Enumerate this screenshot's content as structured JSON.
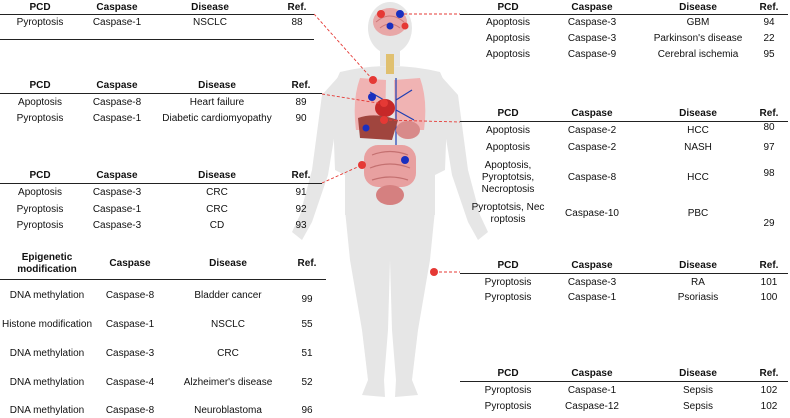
{
  "colors": {
    "skin": "#e6e6e6",
    "organ_red": "#d9534f",
    "organ_pink": "#e8a7a7",
    "lung": "#f0b3b3",
    "vessel_blue": "#1f3fb3",
    "marker_red": "#e53935",
    "marker_blue": "#1a2fbf",
    "leader": "#e53935"
  },
  "icons": [
    "human-body-figure",
    "brain-icon",
    "lung-icon",
    "heart-icon",
    "liver-icon",
    "intestine-icon",
    "skin-icon",
    "blood-vessel-icon",
    "caspase-marker-icon"
  ],
  "tables": {
    "t1": {
      "header": {
        "c1": "PCD",
        "c2": "Caspase",
        "c3": "Disease",
        "c4": "Ref."
      },
      "rows": [
        {
          "c1": "Pyroptosis",
          "c2": "Caspase-1",
          "c3": "NSCLC",
          "c4": "88"
        }
      ]
    },
    "t2": {
      "header": {
        "c1": "PCD",
        "c2": "Caspase",
        "c3": "Disease",
        "c4": "Ref."
      },
      "rows": [
        {
          "c1": "Apoptosis",
          "c2": "Caspase-8",
          "c3": "Heart failure",
          "c4": "89"
        },
        {
          "c1": "Pyroptosis",
          "c2": "Caspase-1",
          "c3": "Diabetic cardiomyopathy",
          "c4": "90"
        }
      ]
    },
    "t3": {
      "header": {
        "c1": "PCD",
        "c2": "Caspase",
        "c3": "Disease",
        "c4": "Ref."
      },
      "rows": [
        {
          "c1": "Apoptosis",
          "c2": "Caspase-3",
          "c3": "CRC",
          "c4": "91"
        },
        {
          "c1": "Pyroptosis",
          "c2": "Caspase-1",
          "c3": "CRC",
          "c4": "92"
        },
        {
          "c1": "Pyroptosis",
          "c2": "Caspase-3",
          "c3": "CD",
          "c4": "93"
        }
      ]
    },
    "t4": {
      "header": {
        "c1a": "Epigenetic",
        "c1b": "modification",
        "c2": "Caspase",
        "c3": "Disease",
        "c4": "Ref."
      },
      "rows": [
        {
          "c1": "DNA methylation",
          "c2": "Caspase-8",
          "c3": "Bladder cancer",
          "c4": "99"
        },
        {
          "c1": "Histone modification",
          "c2": "Caspase-1",
          "c3": "NSCLC",
          "c4": "55"
        },
        {
          "c1": "DNA methylation",
          "c2": "Caspase-3",
          "c3": "CRC",
          "c4": "51"
        },
        {
          "c1": "DNA methylation",
          "c2": "Caspase-4",
          "c3": "Alzheimer's disease",
          "c4": "52"
        },
        {
          "c1": "DNA methylation",
          "c2": "Caspase-8",
          "c3": "Neuroblastoma",
          "c4": "96"
        }
      ]
    },
    "t5": {
      "header": {
        "c1": "PCD",
        "c2": "Caspase",
        "c3": "Disease",
        "c4": "Ref."
      },
      "rows": [
        {
          "c1": "Apoptosis",
          "c2": "Caspase-3",
          "c3": "GBM",
          "c4": "94"
        },
        {
          "c1": "Apoptosis",
          "c2": "Caspase-3",
          "c3": "Parkinson's disease",
          "c4": "22"
        },
        {
          "c1": "Apoptosis",
          "c2": "Caspase-9",
          "c3": "Cerebral ischemia",
          "c4": "95"
        }
      ]
    },
    "t6": {
      "header": {
        "c1": "PCD",
        "c2": "Caspase",
        "c3": "Disease",
        "c4": "Ref."
      },
      "rows": [
        {
          "c1": "Apoptosis",
          "c2": "Caspase-2",
          "c3": "HCC",
          "c4": "80"
        },
        {
          "c1": "Apoptosis",
          "c2": "Caspase-2",
          "c3": "NASH",
          "c4": "97"
        },
        {
          "c1a": "Apoptosis,",
          "c1b": "Pyroptotsis,",
          "c1c": "Necroptosis",
          "c2": "Caspase-8",
          "c3": "HCC",
          "c4": "98"
        },
        {
          "c1a": "Pyroptotsis, Nec",
          "c1b": "roptosis",
          "c2": "Caspase-10",
          "c3": "PBC",
          "c4": "29"
        }
      ]
    },
    "t7": {
      "header": {
        "c1": "PCD",
        "c2": "Caspase",
        "c3": "Disease",
        "c4": "Ref."
      },
      "rows": [
        {
          "c1": "Pyroptosis",
          "c2": "Caspase-3",
          "c3": "RA",
          "c4": "101"
        },
        {
          "c1": "Pyroptosis",
          "c2": "Caspase-1",
          "c3": "Psoriasis",
          "c4": "100"
        }
      ]
    },
    "t8": {
      "header": {
        "c1": "PCD",
        "c2": "Caspase",
        "c3": "Disease",
        "c4": "Ref."
      },
      "rows": [
        {
          "c1": "Pyroptosis",
          "c2": "Caspase-1",
          "c3": "Sepsis",
          "c4": "102"
        },
        {
          "c1": "Pyroptosis",
          "c2": "Caspase-12",
          "c3": "Sepsis",
          "c4": "102"
        }
      ]
    }
  }
}
